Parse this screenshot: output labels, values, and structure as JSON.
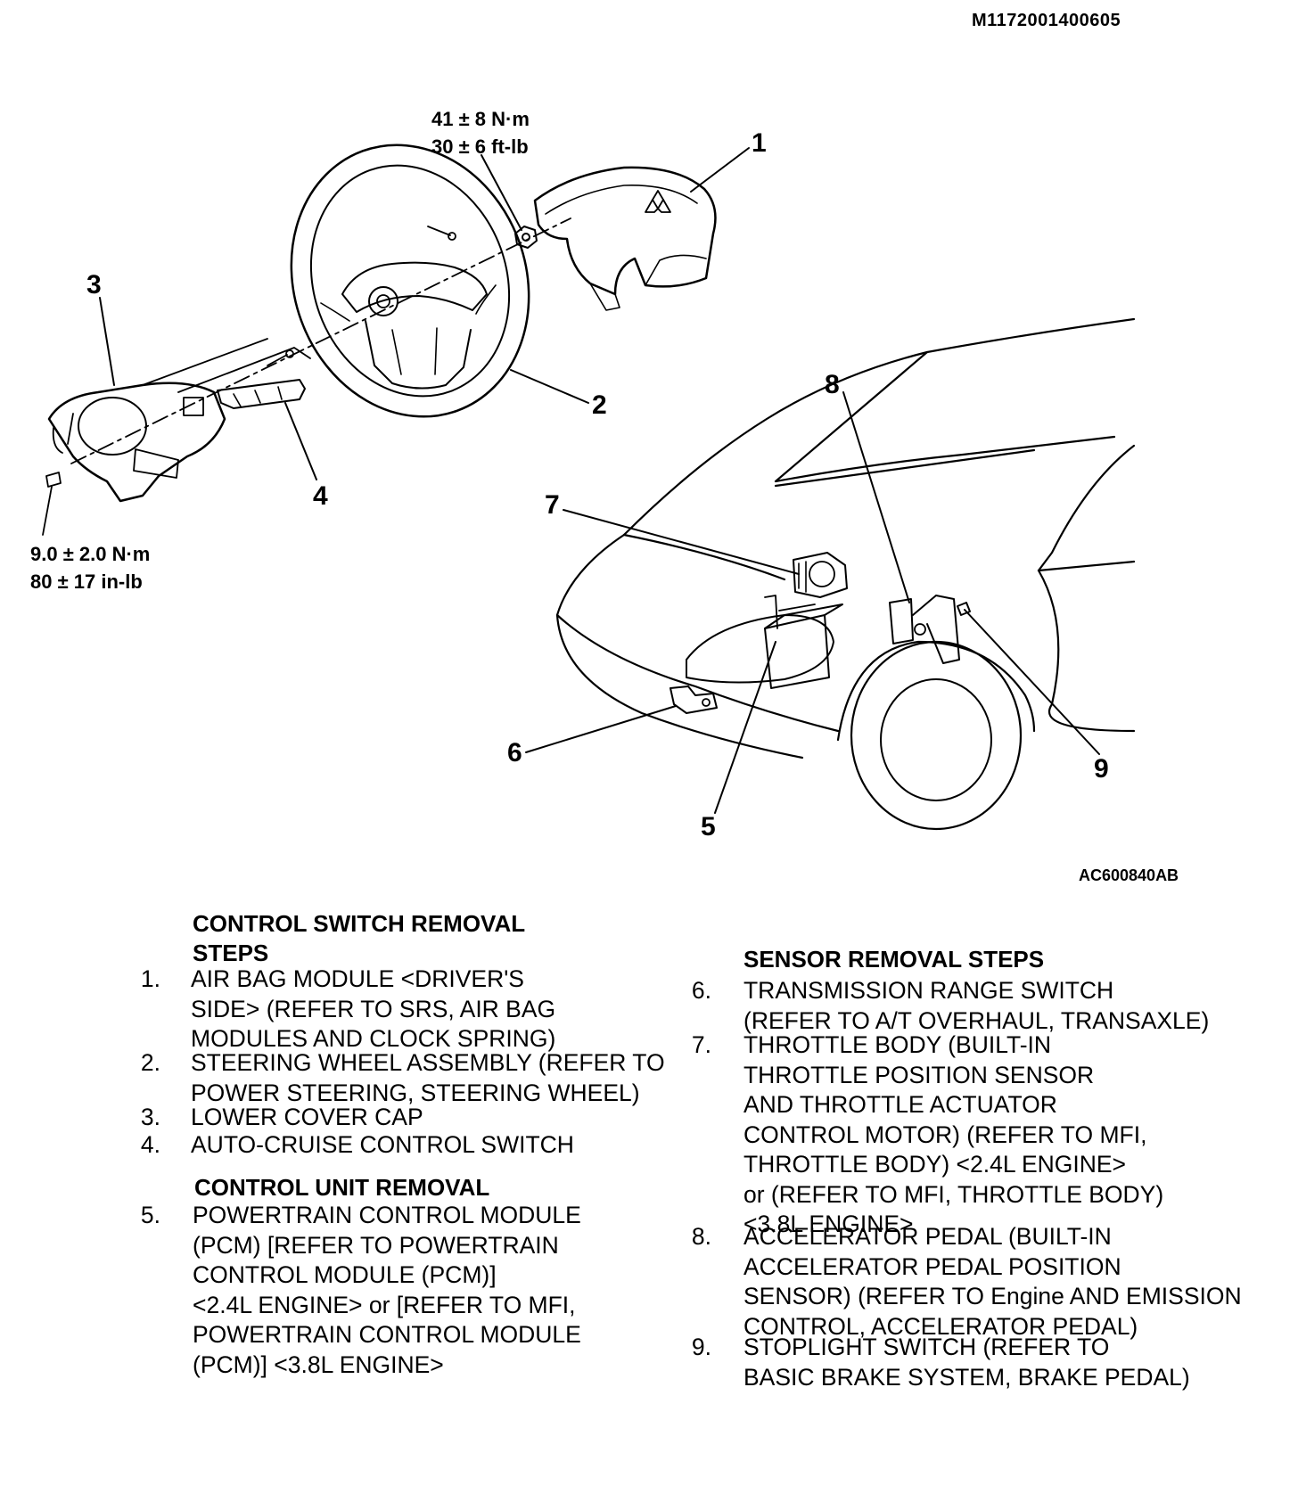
{
  "document_id": "M1172001400605",
  "figure_id": "AC600840AB",
  "torque_specs": {
    "steering_nut": [
      "41 ± 8 N·m",
      "30 ± 6 ft-lb"
    ],
    "cover_bolt": [
      "9.0 ± 2.0 N·m",
      "80 ± 17 in-lb"
    ]
  },
  "callouts": [
    "1",
    "2",
    "3",
    "4",
    "5",
    "6",
    "7",
    "8",
    "9"
  ],
  "control_switch": {
    "title": "CONTROL SWITCH REMOVAL\nSTEPS",
    "steps": [
      {
        "num": "1.",
        "text": "AIR BAG MODULE <DRIVER'S\nSIDE> (REFER TO SRS, AIR BAG\nMODULES AND CLOCK SPRING)"
      },
      {
        "num": "2.",
        "text": "STEERING WHEEL ASSEMBLY (REFER TO\nPOWER STEERING, STEERING WHEEL)"
      },
      {
        "num": "3.",
        "text": "LOWER COVER CAP"
      },
      {
        "num": "4.",
        "text": "AUTO-CRUISE CONTROL SWITCH"
      }
    ]
  },
  "control_unit": {
    "title": "CONTROL UNIT REMOVAL",
    "steps": [
      {
        "num": "5.",
        "text": "POWERTRAIN CONTROL MODULE\n(PCM) [REFER TO POWERTRAIN\nCONTROL MODULE (PCM)]\n<2.4L ENGINE> or [REFER TO MFI,\nPOWERTRAIN CONTROL MODULE\n(PCM)] <3.8L ENGINE>"
      }
    ]
  },
  "sensor": {
    "title": "SENSOR REMOVAL STEPS",
    "steps": [
      {
        "num": "6.",
        "text": "TRANSMISSION RANGE SWITCH\n(REFER TO A/T OVERHAUL, TRANSAXLE)"
      },
      {
        "num": "7.",
        "text": "THROTTLE BODY (BUILT-IN\nTHROTTLE POSITION SENSOR\nAND THROTTLE ACTUATOR\nCONTROL MOTOR) (REFER TO MFI,\nTHROTTLE BODY) <2.4L ENGINE>\nor (REFER TO MFI, THROTTLE BODY)\n<3.8L ENGINE>"
      },
      {
        "num": "8.",
        "text": "ACCELERATOR PEDAL (BUILT-IN\nACCELERATOR PEDAL POSITION\nSENSOR) (REFER TO Engine AND EMISSION\nCONTROL, ACCELERATOR PEDAL)"
      },
      {
        "num": "9.",
        "text": "STOPLIGHT SWITCH (REFER TO\nBASIC BRAKE SYSTEM, BRAKE PEDAL)"
      }
    ]
  }
}
